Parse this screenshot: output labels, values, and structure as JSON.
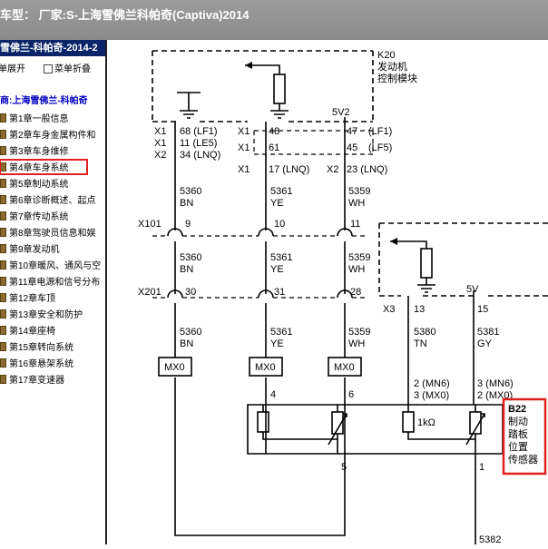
{
  "window": {
    "title": "车型：  厂家:S-上海雪佛兰科帕奇(Captiva)2014"
  },
  "sidebar": {
    "book_title": "雪佛兰-科帕奇-2014-2",
    "expand_label": "菜单展开",
    "collapse_label": "菜单折叠",
    "root_label": "厂商:上海雪佛兰-科帕奇",
    "items": [
      {
        "label": "第1章一般信息"
      },
      {
        "label": "第2章车身金属构件和"
      },
      {
        "label": "第3章车身维修"
      },
      {
        "label": "第4章车身系统",
        "highlighted": true
      },
      {
        "label": "第5章制动系统"
      },
      {
        "label": "第6章诊断概述、起点"
      },
      {
        "label": "第7章传动系统"
      },
      {
        "label": "第8章驾驶员信息和娱"
      },
      {
        "label": "第9章发动机"
      },
      {
        "label": "第10章暖风、通风与空"
      },
      {
        "label": "第11章电源和信号分布"
      },
      {
        "label": "第12章车顶"
      },
      {
        "label": "第13章安全和防护"
      },
      {
        "label": "第14章座椅"
      },
      {
        "label": "第15章转向系统"
      },
      {
        "label": "第16章悬架系统"
      },
      {
        "label": "第17章变速器"
      }
    ]
  },
  "diagram": {
    "k20": {
      "code": "K20",
      "line1": "发动机",
      "line2": "控制模块",
      "voltage": "5V2"
    },
    "k20_pins": [
      {
        "conn": "X1",
        "pin": "68 (LF1)"
      },
      {
        "conn": "X1",
        "pin": "11 (LE5)"
      },
      {
        "conn": "X2",
        "pin": "34 (LNQ)"
      }
    ],
    "k20_pins_mid": [
      {
        "conn": "X1",
        "pin": "48"
      },
      {
        "conn": "X1",
        "pin": "61"
      },
      {
        "conn": "X1",
        "pin": "17 (LNQ)"
      }
    ],
    "k20_pins_right": [
      {
        "pin": "47",
        "note": "(LF1)"
      },
      {
        "pin": "45",
        "note": "(LF5)"
      },
      {
        "conn": "X2",
        "pin": "23 (LNQ)"
      }
    ],
    "wires": [
      {
        "circuit": "5360",
        "color": "BN"
      },
      {
        "circuit": "5361",
        "color": "YE"
      },
      {
        "circuit": "5359",
        "color": "WH"
      }
    ],
    "x101": {
      "name": "X101",
      "pins": [
        "9",
        "10",
        "11"
      ]
    },
    "x201": {
      "name": "X201",
      "pins": [
        "30",
        "31",
        "28"
      ]
    },
    "mx_label": "MX0",
    "sensor_pins": [
      "4",
      "6",
      "5"
    ],
    "x3": {
      "name": "X3",
      "voltage": "5V",
      "pin_left": "13",
      "pin_right": "15"
    },
    "wire_tn": {
      "circuit": "5380",
      "color": "TN"
    },
    "wire_gy": {
      "circuit": "5381",
      "color": "GY"
    },
    "pin_mn6_left": "2 (MN6)",
    "pin_mx0_left": "3 (MX0)",
    "pin_mn6_right": "3 (MN6)",
    "pin_mx0_right": "2 (MX0)",
    "resistor_label": "1kΩ",
    "pin_bottom_right": "1",
    "bottom_wire": "5382",
    "b22": {
      "code": "B22",
      "line1": "制动",
      "line2": "踏板",
      "line3": "位置",
      "line4": "传感器"
    }
  }
}
